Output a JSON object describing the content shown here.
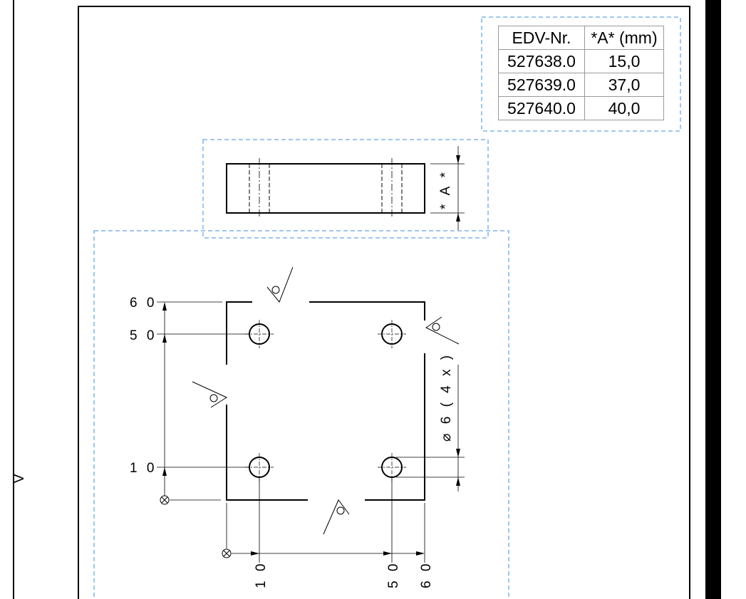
{
  "table": {
    "headers": [
      "EDV-Nr.",
      "*A* (mm)"
    ],
    "rows": [
      [
        "527638.0",
        "15,0"
      ],
      [
        "527639.0",
        "37,0"
      ],
      [
        "527640.0",
        "40,0"
      ]
    ]
  },
  "dims": {
    "thickness": "* A *",
    "hole": "⌀ 6 ( 4 x )",
    "y60": "6 0",
    "y50": "5 0",
    "y10": "1 0",
    "x10": "1 0",
    "x50": "5 0",
    "x60": "6 0"
  },
  "margin_mark": "V",
  "colors": {
    "line": "#000000",
    "frame": "#3f8fdc",
    "border": "#000000"
  }
}
